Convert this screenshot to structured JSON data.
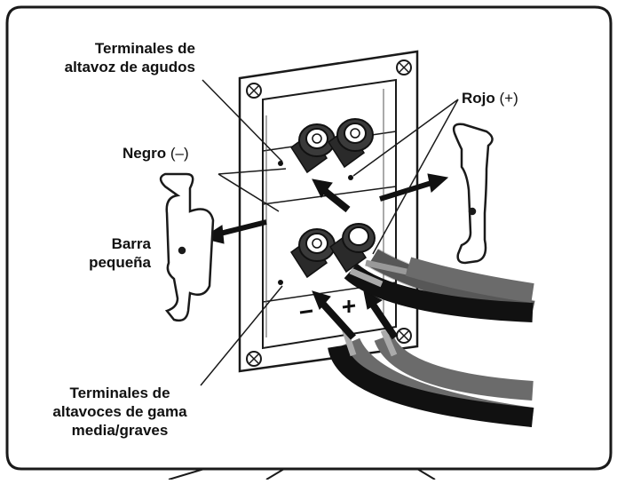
{
  "labels": {
    "tweeter_line1": "Terminales de",
    "tweeter_line2": "altavoz de agudos",
    "rojo_word": "Rojo",
    "rojo_sign": "(+)",
    "negro_word": "Negro",
    "negro_sign": "(–)",
    "barra_line1": "Barra",
    "barra_line2": "pequeña",
    "woofer_line1": "Terminales de",
    "woofer_line2": "altavoces de gama",
    "woofer_line3": "media/graves"
  },
  "colors": {
    "outline": "#1a1a1a",
    "cable_black": "#111111",
    "cable_gray": "#6b6b6b",
    "plate_fill": "#ffffff",
    "text": "#111111"
  }
}
